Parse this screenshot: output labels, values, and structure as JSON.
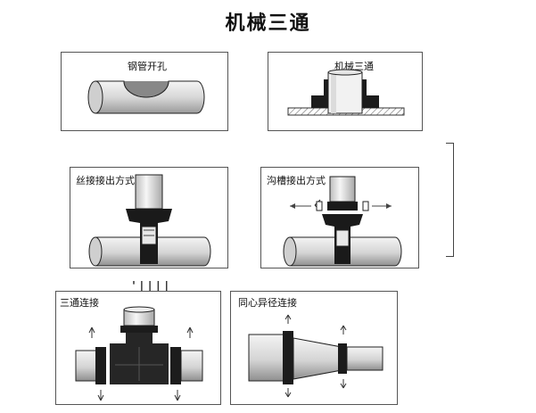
{
  "title": "机械三通",
  "panels": {
    "drilling": "钢管开孔",
    "tee": "机械三通",
    "thread": "丝接接出方式",
    "groove": "沟槽接出方式",
    "teeJoint": "三通连接",
    "reducer": "同心异径连接"
  },
  "stray": "' | | | |"
}
